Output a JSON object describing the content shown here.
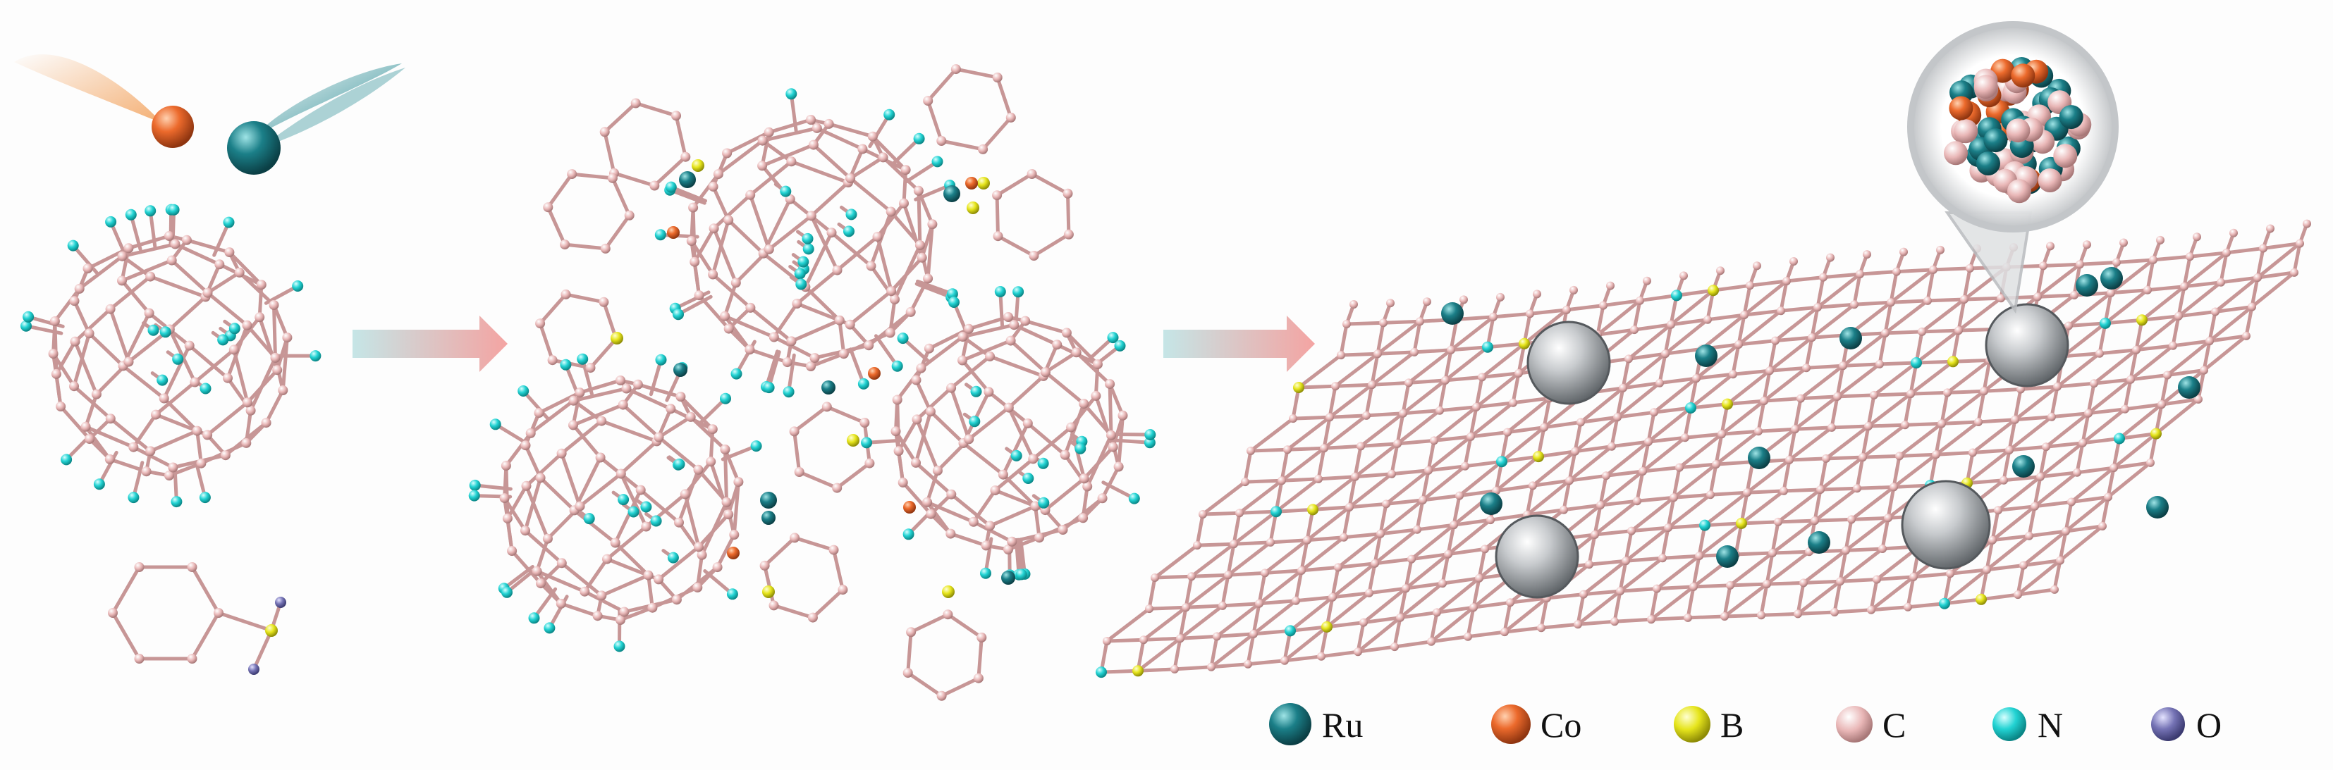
{
  "legend": [
    {
      "label": "Ru",
      "color": "#16707a"
    },
    {
      "label": "Co",
      "color": "#e9662a"
    },
    {
      "label": "B",
      "color": "#e9e61a"
    },
    {
      "label": "C",
      "color": "#e9b0b0"
    },
    {
      "label": "N",
      "color": "#20d6d6"
    },
    {
      "label": "O",
      "color": "#7573b5"
    }
  ],
  "colors": {
    "bond": "#c89a9a",
    "carbon": "#e9b7b7",
    "ru": "#16707a",
    "co": "#e9662a",
    "boron": "#e6e61c",
    "nitrogen": "#22d3d3",
    "oxygen": "#7573b5",
    "nanoparticle": "#9ea2a7",
    "arrow": "#f0a5a2",
    "arrow_tail": "#bfe3e4",
    "background": "#fdfdfd"
  },
  "icons": [
    "co-comet-icon",
    "ru-comet-icon",
    "process-arrow-icon",
    "magnifier-callout-icon"
  ]
}
